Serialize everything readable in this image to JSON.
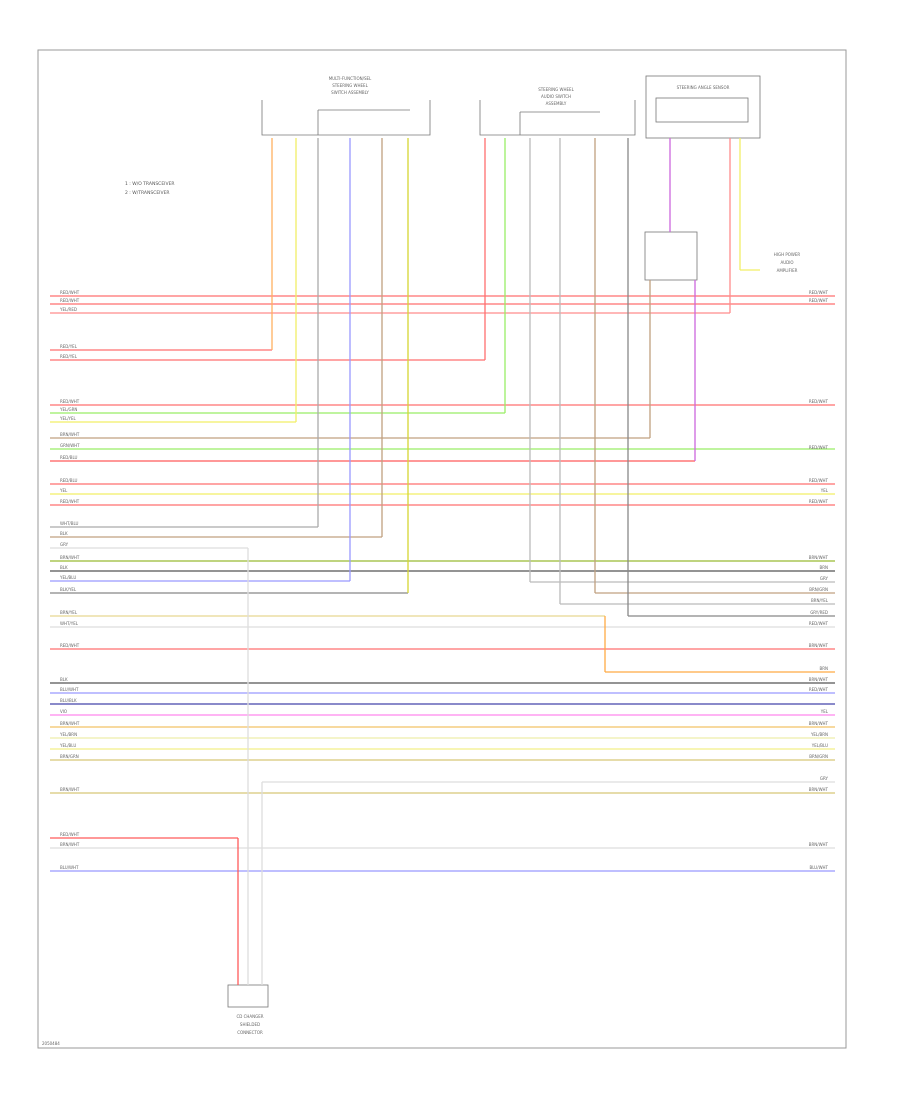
{
  "colors": {
    "RED/WHT": "#ff6f6f",
    "RED/YEL": "#ffb060",
    "YEL/RED": "#ff8c8c",
    "YEL": "#f2ef66",
    "BLU/WHT": "#b0b0ff",
    "BRN/WHT": "#c0a080",
    "GRN/YEL": "#99ee66",
    "GRN": "#66dd66",
    "BLK": "#555555",
    "VIO": "#cc66dd",
    "RED": "#ff5a5a",
    "GRY": "#aaaaaa",
    "WHT": "#dddddd",
    "ORG": "#ffaa44",
    "PNK": "#ff88ee",
    "LT BLU": "#9999ff",
    "BRN": "#b08850"
  },
  "legend": {
    "item1": "1  : W/O TRANSCEIVER",
    "item2": "2  : W/TRANSCEIVER"
  },
  "components": {
    "c1": {
      "label_lines": [
        "MULTI-FUNCTION/SEL",
        "STEERING WHEEL",
        "SWITCH ASSEMBLY"
      ]
    },
    "c2": {
      "label_lines": [
        "STEERING WHEEL",
        "AUDIO SWITCH",
        "ASSEMBLY"
      ]
    },
    "c3": {
      "label_lines": [
        "STEERING ANGLE SENSOR"
      ]
    },
    "c4": {
      "label_lines": [
        "HIGH POWER",
        "AUDIO",
        "AMPLIFIER"
      ]
    },
    "c5": {
      "label_lines": [
        "CD CHANGER",
        "SHIELDED",
        "CONNECTOR"
      ]
    }
  },
  "left_labels": [
    "RED/WHT",
    "RED/WHT",
    "YEL/RED",
    "RED/YEL",
    "RED/YEL",
    "RED/WHT",
    "YEL/GRN",
    "YEL/YEL",
    "BRN/WHT",
    "GRN/WHT",
    "RED/BLU",
    "RED/BLU",
    "YEL",
    "RED/WHT",
    "WHT/BLU",
    "BLK",
    "GRY",
    "BRN/WHT",
    "BLK",
    "YEL/BLU",
    "BLK/YEL",
    "BRN/YEL",
    "WHT/YEL",
    "RED/WHT",
    "BLK",
    "BLU/WHT",
    "BLU/BLK",
    "VIO",
    "BRN/WHT",
    "YEL/BRN",
    "YEL/BLU",
    "BRN/GRN",
    "BRN/WHT",
    "RED/WHT",
    "BRN/WHT",
    "BLU/WHT"
  ],
  "right_labels": [
    "RED/WHT",
    "RED/WHT",
    "RED/WHT",
    "RED/WHT",
    "RED/WHT",
    "YEL",
    "RED/WHT",
    "BRN/WHT",
    "BRN",
    "GRY",
    "BRN/GRN",
    "BRN/YEL",
    "GRY/RED",
    "RED/WHT",
    "BRN/WHT",
    "BRN",
    "BRN/WHT",
    "RED/WHT",
    "YEL",
    "BRN/WHT",
    "YEL/BRN",
    "YEL/BLU",
    "BRN/GRN",
    "GRY",
    "BRN/WHT",
    "BRN/WHT",
    "BLU/WHT"
  ],
  "footer": {
    "code": "2050484"
  }
}
